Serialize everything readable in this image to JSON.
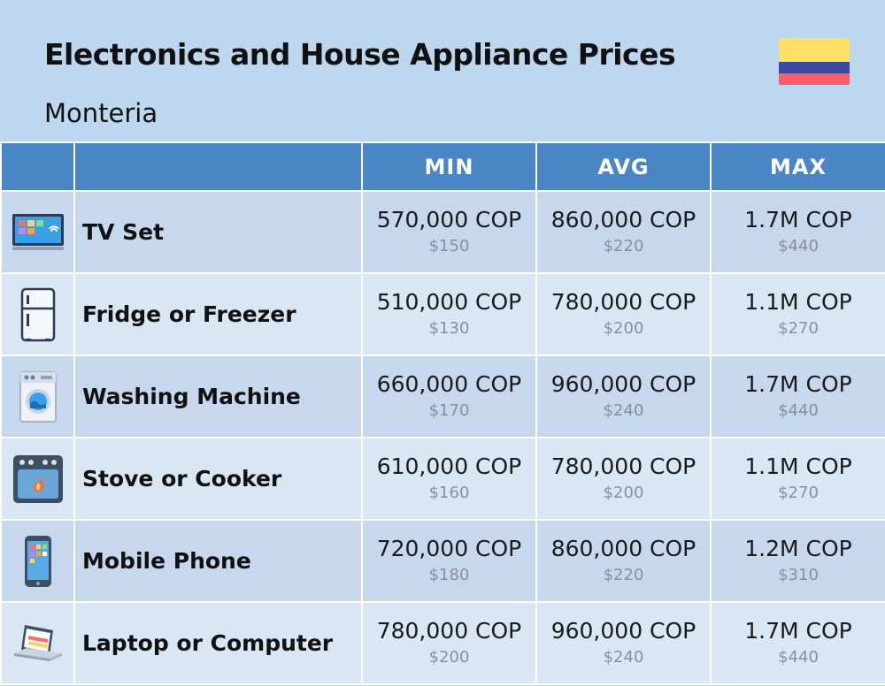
{
  "title": "Electronics and House Appliance Prices",
  "subtitle": "Monteria",
  "flag": {
    "name": "colombia-flag",
    "colors": [
      "#ffe066",
      "#3b4aa0",
      "#ff5b6b"
    ]
  },
  "columns": [
    "",
    "",
    "MIN",
    "AVG",
    "MAX"
  ],
  "chart_data": {
    "type": "table",
    "title": "Electronics and House Appliance Prices",
    "subtitle": "Monteria",
    "columns": [
      "MIN",
      "AVG",
      "MAX"
    ],
    "rows": [
      {
        "icon": "tv-icon",
        "name": "TV Set",
        "min": {
          "local": "570,000 COP",
          "usd": "$150"
        },
        "avg": {
          "local": "860,000 COP",
          "usd": "$220"
        },
        "max": {
          "local": "1.7M COP",
          "usd": "$440"
        }
      },
      {
        "icon": "fridge-icon",
        "name": "Fridge or Freezer",
        "min": {
          "local": "510,000 COP",
          "usd": "$130"
        },
        "avg": {
          "local": "780,000 COP",
          "usd": "$200"
        },
        "max": {
          "local": "1.1M COP",
          "usd": "$270"
        }
      },
      {
        "icon": "washing-machine-icon",
        "name": "Washing Machine",
        "min": {
          "local": "660,000 COP",
          "usd": "$170"
        },
        "avg": {
          "local": "960,000 COP",
          "usd": "$240"
        },
        "max": {
          "local": "1.7M COP",
          "usd": "$440"
        }
      },
      {
        "icon": "stove-icon",
        "name": "Stove or Cooker",
        "min": {
          "local": "610,000 COP",
          "usd": "$160"
        },
        "avg": {
          "local": "780,000 COP",
          "usd": "$200"
        },
        "max": {
          "local": "1.1M COP",
          "usd": "$270"
        }
      },
      {
        "icon": "mobile-phone-icon",
        "name": "Mobile Phone",
        "min": {
          "local": "720,000 COP",
          "usd": "$180"
        },
        "avg": {
          "local": "860,000 COP",
          "usd": "$220"
        },
        "max": {
          "local": "1.2M COP",
          "usd": "$310"
        }
      },
      {
        "icon": "laptop-icon",
        "name": "Laptop or Computer",
        "min": {
          "local": "780,000 COP",
          "usd": "$200"
        },
        "avg": {
          "local": "960,000 COP",
          "usd": "$240"
        },
        "max": {
          "local": "1.7M COP",
          "usd": "$440"
        }
      }
    ]
  }
}
